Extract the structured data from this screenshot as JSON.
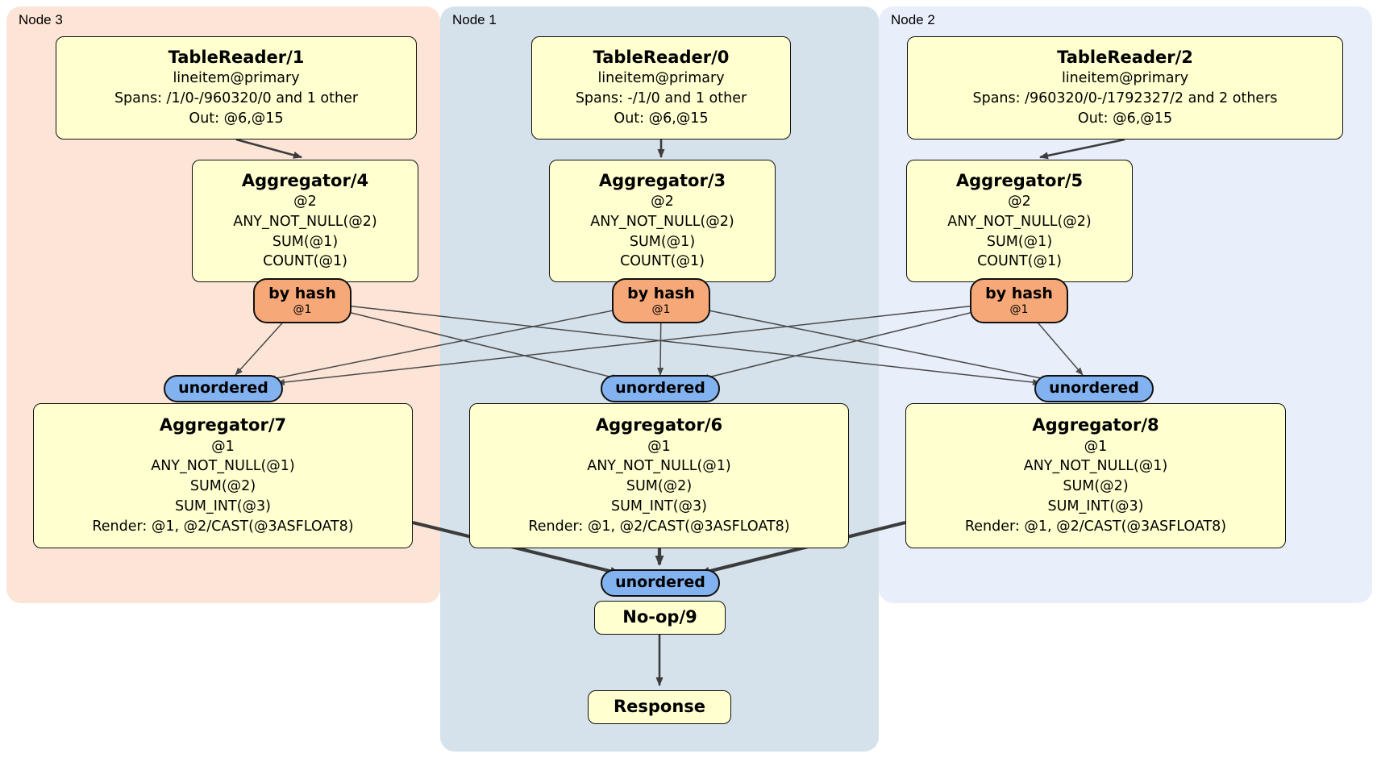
{
  "diagram": {
    "regions": [
      {
        "key": "node3",
        "label": "Node 3"
      },
      {
        "key": "node1",
        "label": "Node 1"
      },
      {
        "key": "node2",
        "label": "Node 2"
      }
    ]
  },
  "nodes": {
    "tr1": {
      "title": "TableReader/1",
      "lines": [
        "lineitem@primary",
        "Spans: /1/0-/960320/0 and 1 other",
        "Out: @6,@15"
      ]
    },
    "tr0": {
      "title": "TableReader/0",
      "lines": [
        "lineitem@primary",
        "Spans: -/1/0 and 1 other",
        "Out: @6,@15"
      ]
    },
    "tr2": {
      "title": "TableReader/2",
      "lines": [
        "lineitem@primary",
        "Spans: /960320/0-/1792327/2 and 2 others",
        "Out: @6,@15"
      ]
    },
    "agg4": {
      "title": "Aggregator/4",
      "lines": [
        "@2",
        "ANY_NOT_NULL(@2)",
        "SUM(@1)",
        "COUNT(@1)"
      ]
    },
    "agg3": {
      "title": "Aggregator/3",
      "lines": [
        "@2",
        "ANY_NOT_NULL(@2)",
        "SUM(@1)",
        "COUNT(@1)"
      ]
    },
    "agg5": {
      "title": "Aggregator/5",
      "lines": [
        "@2",
        "ANY_NOT_NULL(@2)",
        "SUM(@1)",
        "COUNT(@1)"
      ]
    },
    "agg7": {
      "title": "Aggregator/7",
      "lines": [
        "@1",
        "ANY_NOT_NULL(@1)",
        "SUM(@2)",
        "SUM_INT(@3)",
        "Render: @1, @2/CAST(@3ASFLOAT8)"
      ]
    },
    "agg6": {
      "title": "Aggregator/6",
      "lines": [
        "@1",
        "ANY_NOT_NULL(@1)",
        "SUM(@2)",
        "SUM_INT(@3)",
        "Render: @1, @2/CAST(@3ASFLOAT8)"
      ]
    },
    "agg8": {
      "title": "Aggregator/8",
      "lines": [
        "@1",
        "ANY_NOT_NULL(@1)",
        "SUM(@2)",
        "SUM_INT(@3)",
        "Render: @1, @2/CAST(@3ASFLOAT8)"
      ]
    },
    "noop": {
      "title": "No-op/9"
    },
    "response": {
      "title": "Response"
    }
  },
  "routers": {
    "by_hash_label": "by hash",
    "by_hash_key": "@1",
    "sync_label": "unordered"
  },
  "colors": {
    "node3_bg": "#fce4d6",
    "node1_bg": "#d6e2eb",
    "node2_bg": "#e9eefb",
    "box_bg": "#ffffd0",
    "hash_bg": "#f6a878",
    "sync_bg": "#82b2f0",
    "edge": "#4a4a4a",
    "edge_thick": "#3c3c3c",
    "line_border": "#111111"
  }
}
